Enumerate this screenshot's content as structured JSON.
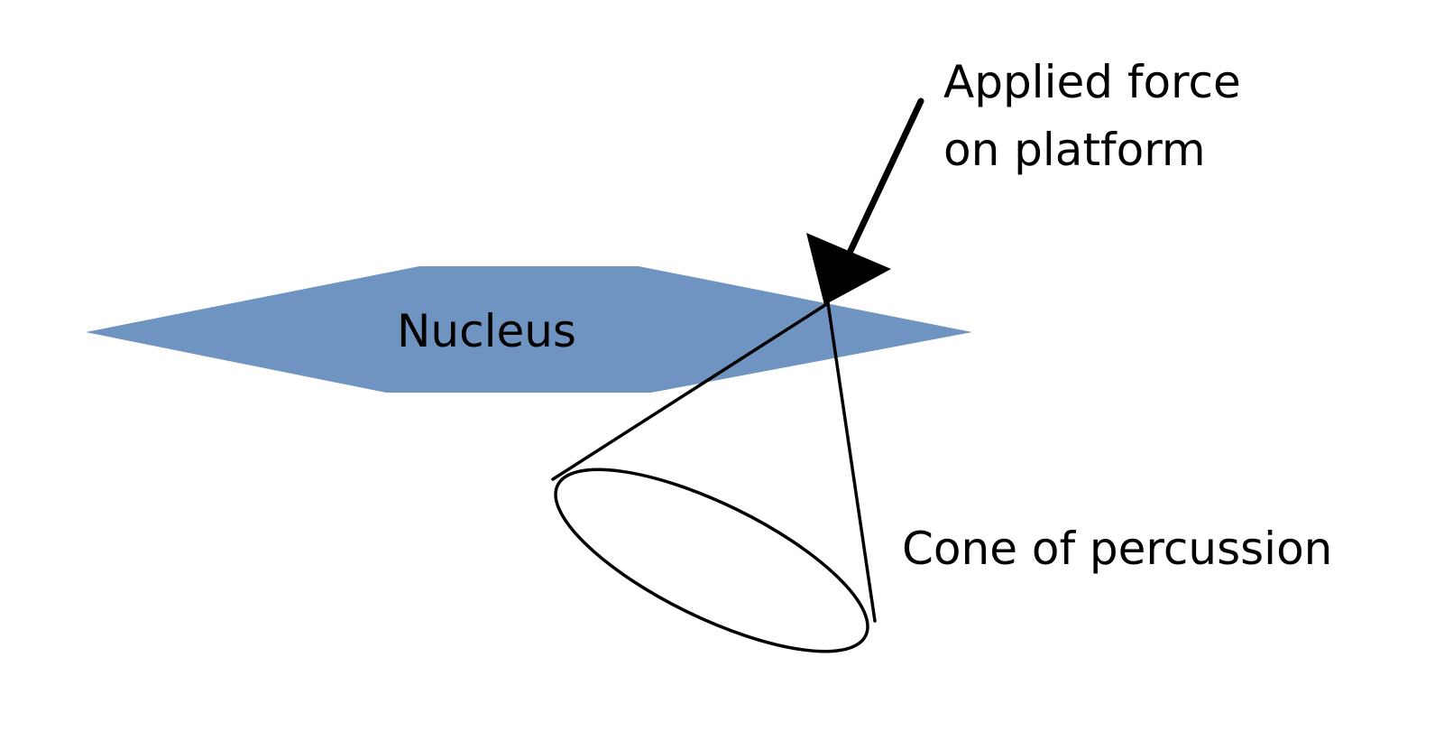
{
  "labels": {
    "nucleus": "Nucleus",
    "applied_force_line1": "Applied force",
    "applied_force_line2": "on platform",
    "cone": "Cone of percussion"
  },
  "colors": {
    "nucleus_fill": "#7094c1",
    "stroke": "#000000",
    "background": "#ffffff"
  }
}
